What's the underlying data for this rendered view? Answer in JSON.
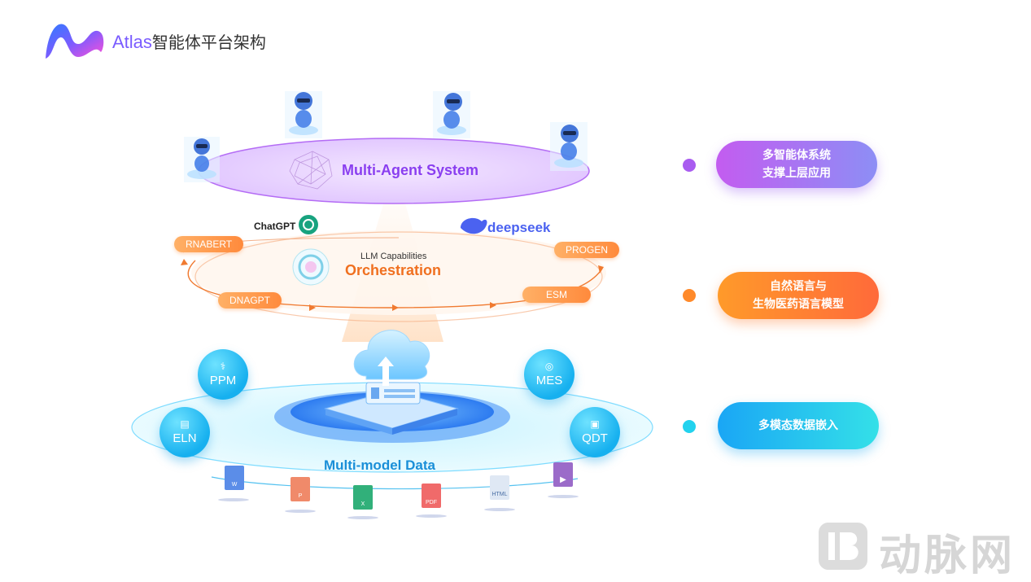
{
  "header": {
    "brand": "Atlas",
    "title": "智能体平台架构"
  },
  "layers": {
    "agent": {
      "title": "Multi-Agent System"
    },
    "llm": {
      "subtitle": "LLM Capabilities",
      "title": "Orchestration",
      "brands": [
        "ChatGPT",
        "deepseek"
      ],
      "models": [
        "RNABERT",
        "PROGEN",
        "DNAGPT",
        "ESM"
      ]
    },
    "data": {
      "title": "Multi-model Data",
      "nodes": [
        "PPM",
        "MES",
        "ELN",
        "QDT"
      ],
      "file_types": [
        "W",
        "P",
        "X",
        "PDF",
        "HTML",
        "video"
      ]
    }
  },
  "right_labels": [
    {
      "line1": "多智能体系统",
      "line2": "支撑上层应用",
      "color": "#a95cf0"
    },
    {
      "line1": "自然语言与",
      "line2": "生物医药语言模型",
      "color": "#ff8a2a"
    },
    {
      "line1": "多模态数据嵌入",
      "line2": "",
      "color": "#22d2ee"
    }
  ],
  "watermark": {
    "text": "动脉网"
  },
  "colors": {
    "purple": "#8a3ff0",
    "orange": "#f07020",
    "cyan": "#1ab6f0"
  }
}
